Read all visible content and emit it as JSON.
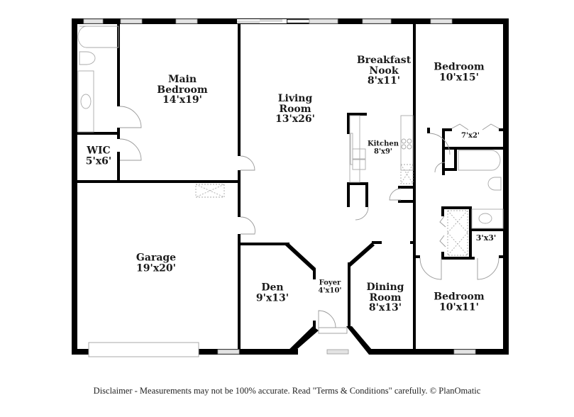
{
  "rooms": {
    "main_bedroom": {
      "name_line1": "Main",
      "name_line2": "Bedroom",
      "size": "14'x19'"
    },
    "wic": {
      "name": "WIC",
      "size": "5'x6'"
    },
    "living_room": {
      "name_line1": "Living",
      "name_line2": "Room",
      "size": "13'x26'"
    },
    "breakfast_nook": {
      "name_line1": "Breakfast",
      "name_line2": "Nook",
      "size": "8'x11'"
    },
    "kitchen": {
      "name": "Kitchen",
      "size": "8'x9'"
    },
    "bedroom_upper": {
      "name": "Bedroom",
      "size": "10'x15'"
    },
    "closet_upper": {
      "size": "7'x2'"
    },
    "closet_small": {
      "size": "3'x3'"
    },
    "garage": {
      "name": "Garage",
      "size": "19'x20'"
    },
    "den": {
      "name": "Den",
      "size": "9'x13'"
    },
    "foyer": {
      "name": "Foyer",
      "size": "4'x10'"
    },
    "dining_room": {
      "name_line1": "Dining",
      "name_line2": "Room",
      "size": "8'x13'"
    },
    "bedroom_lower": {
      "name": "Bedroom",
      "size": "10'x11'"
    }
  },
  "footer": {
    "disclaimer": "Disclaimer - Measurements may not be 100% accurate. Read \"Terms & Conditions\" carefully. © PlanOmatic"
  },
  "colors": {
    "wall": "#000000",
    "fixture": "#b0b0b0",
    "window": "#d9d9d9",
    "text": "#1a1a1a"
  }
}
